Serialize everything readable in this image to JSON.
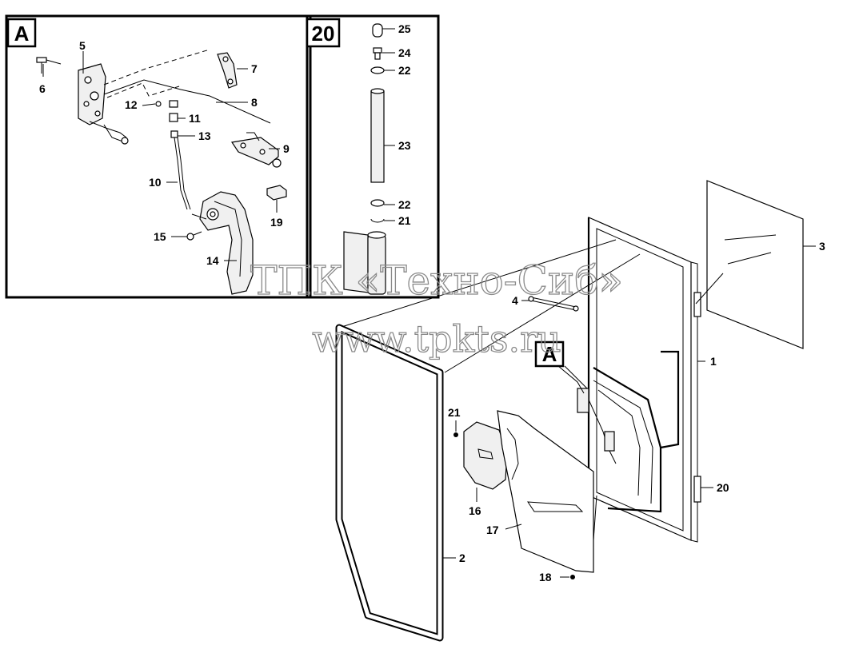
{
  "panels": {
    "detail_a": {
      "label": "A"
    },
    "detail_20": {
      "label": "20"
    },
    "callout_a": {
      "label": "A"
    }
  },
  "callouts": [
    {
      "id": "c1",
      "label": "1"
    },
    {
      "id": "c2",
      "label": "2"
    },
    {
      "id": "c3",
      "label": "3"
    },
    {
      "id": "c4",
      "label": "4"
    },
    {
      "id": "c5",
      "label": "5"
    },
    {
      "id": "c6",
      "label": "6"
    },
    {
      "id": "c7",
      "label": "7"
    },
    {
      "id": "c8",
      "label": "8"
    },
    {
      "id": "c9",
      "label": "9"
    },
    {
      "id": "c10",
      "label": "10"
    },
    {
      "id": "c11",
      "label": "11"
    },
    {
      "id": "c12",
      "label": "12"
    },
    {
      "id": "c13",
      "label": "13"
    },
    {
      "id": "c14",
      "label": "14"
    },
    {
      "id": "c15",
      "label": "15"
    },
    {
      "id": "c16",
      "label": "16"
    },
    {
      "id": "c17",
      "label": "17"
    },
    {
      "id": "c18",
      "label": "18"
    },
    {
      "id": "c19",
      "label": "19"
    },
    {
      "id": "c20",
      "label": "20"
    },
    {
      "id": "c21a",
      "label": "21"
    },
    {
      "id": "c21b",
      "label": "21"
    },
    {
      "id": "c22a",
      "label": "22"
    },
    {
      "id": "c22b",
      "label": "22"
    },
    {
      "id": "c23",
      "label": "23"
    },
    {
      "id": "c24",
      "label": "24"
    },
    {
      "id": "c25",
      "label": "25"
    }
  ],
  "watermark": {
    "line1": "ТПК «Техно-Сиб»",
    "line2": "www.tpkts.ru"
  }
}
